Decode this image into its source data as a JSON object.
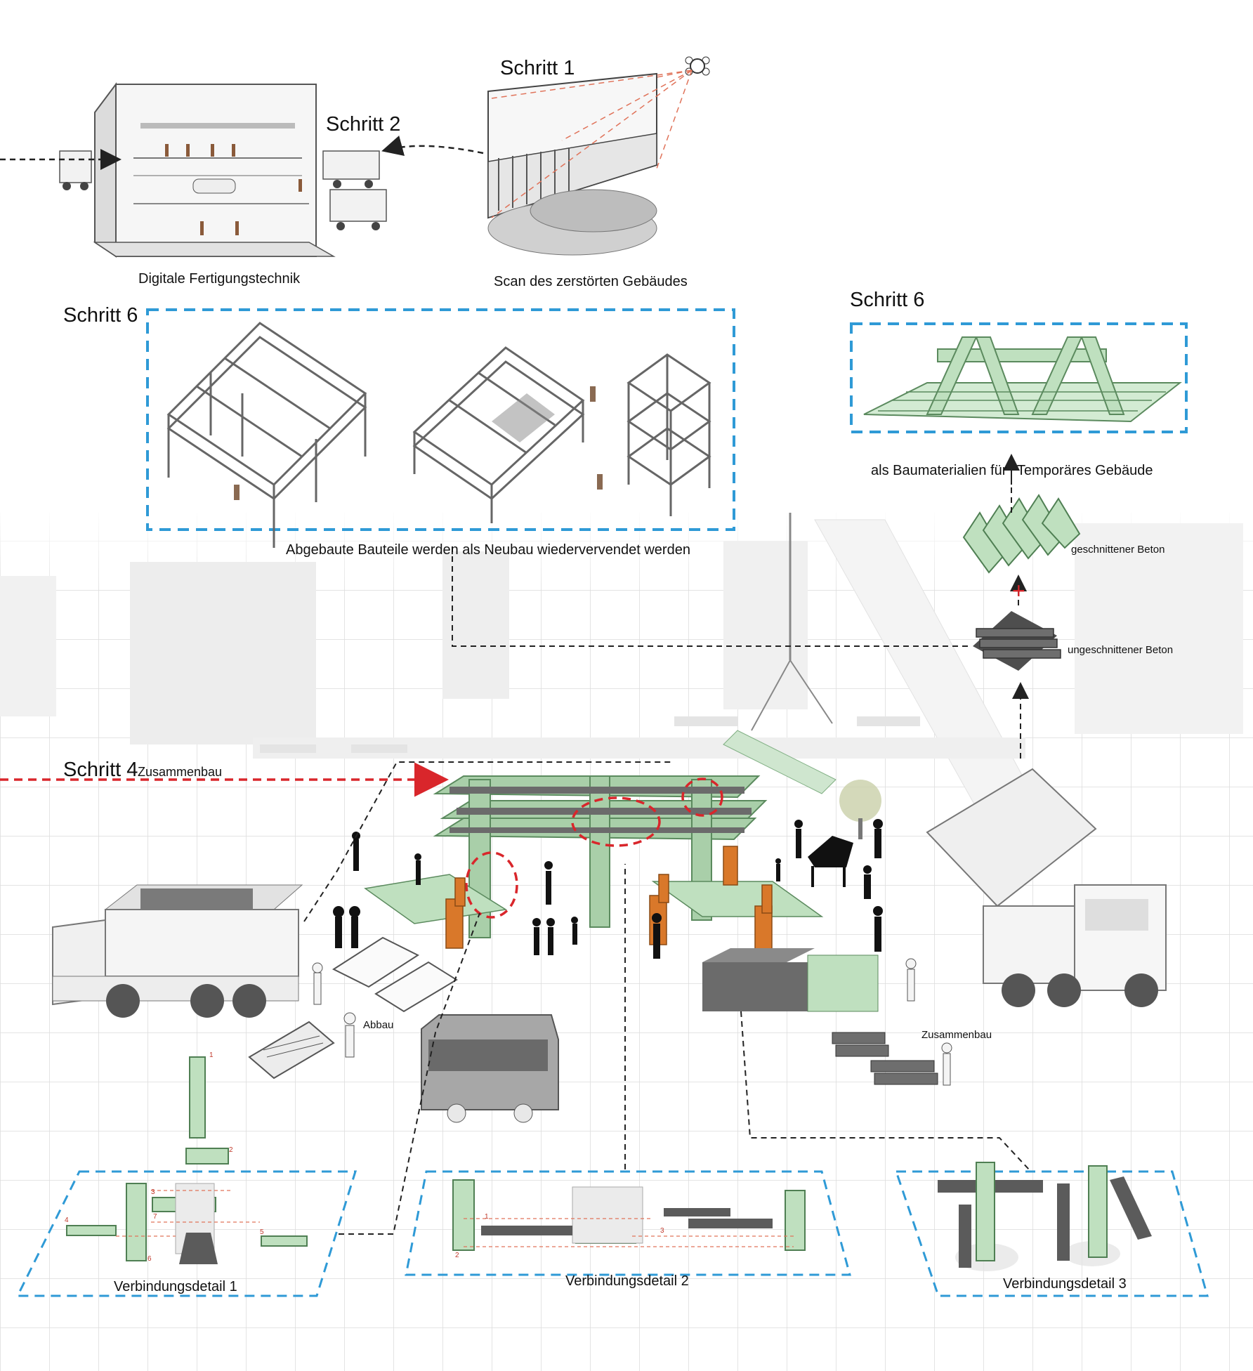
{
  "labels": {
    "schritt1": "Schritt 1",
    "schritt2": "Schritt 2",
    "schritt6_left": "Schritt 6",
    "schritt6_right": "Schritt 6",
    "schritt4": "Schritt 4",
    "zusammenbau_main": "Zusammenbau",
    "digitale": "Digitale Fertigungstechnik",
    "scan": "Scan des zerstörten Gebäudes",
    "abgebaute": "Abgebaute Bauteile werden als Neubau wiedervervendet werden",
    "als_baumaterialien": "als Baumaterialien für",
    "temporaeres": "Temporäres Gebäude",
    "geschnittener": "geschnittener Beton",
    "ungeschnittener": "ungeschnittener Beton",
    "abbau": "Abbau",
    "zusammenbau_small": "Zusammenbau",
    "verbindung1": "Verbindungsdetail 1",
    "verbindung2": "Verbindungsdetail 2",
    "verbindung3": "Verbindungsdetail 3",
    "plus": "+"
  },
  "detail_numbers": {
    "d1": [
      "1",
      "2",
      "3",
      "4",
      "5",
      "6",
      "7"
    ],
    "d2": [
      "1",
      "2",
      "3"
    ]
  },
  "colors": {
    "blue_dash": "#2f9ad6",
    "red_dash": "#d9262b",
    "black_dash": "#222222",
    "concrete_green": "#bfe0bf",
    "concrete_green_dark": "#7fae82",
    "concrete_grey": "#6b6b6b",
    "robot_orange": "#d9782a",
    "ground_line": "#d8d8d8"
  }
}
